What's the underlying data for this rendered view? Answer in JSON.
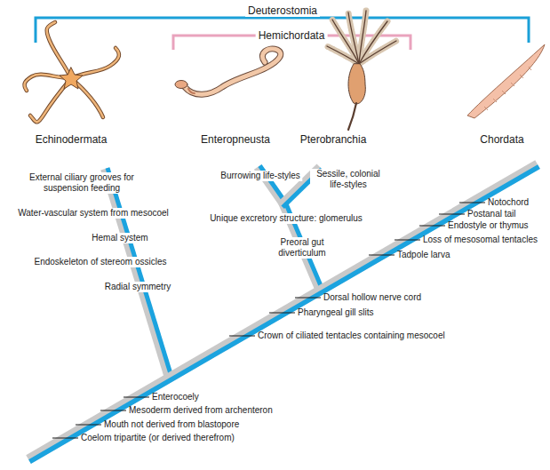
{
  "diagram": {
    "labels": [
      "Deuterostomia",
      "Hemichordata",
      "Echinodermata",
      "Enteropneusta",
      "Pterobranchia",
      "Chordata",
      "External ciliary grooves for suspension feeding",
      "Water-vascular system from mesocoel",
      "Hemal system",
      "Endoskeleton of stereom ossicles",
      "Radial symmetry",
      "Burrowing life-styles",
      "Sessile, colonial life-styles",
      "Unique excretory structure: glomerulus",
      "Preoral gut diverticulum",
      "Notochord",
      "Postanal tail",
      "Endostyle or thymus",
      "Loss of mesosomal tentacles",
      "Tadpole larva",
      "Dorsal hollow nerve cord",
      "Pharyngeal gill slits",
      "Crown of ciliated tentacles containing mesocoel",
      "Enterocoely",
      "Mesoderm derived from archenteron",
      "Mouth not derived from blastopore",
      "Coelom tripartite (or derived therefrom)"
    ]
  }
}
